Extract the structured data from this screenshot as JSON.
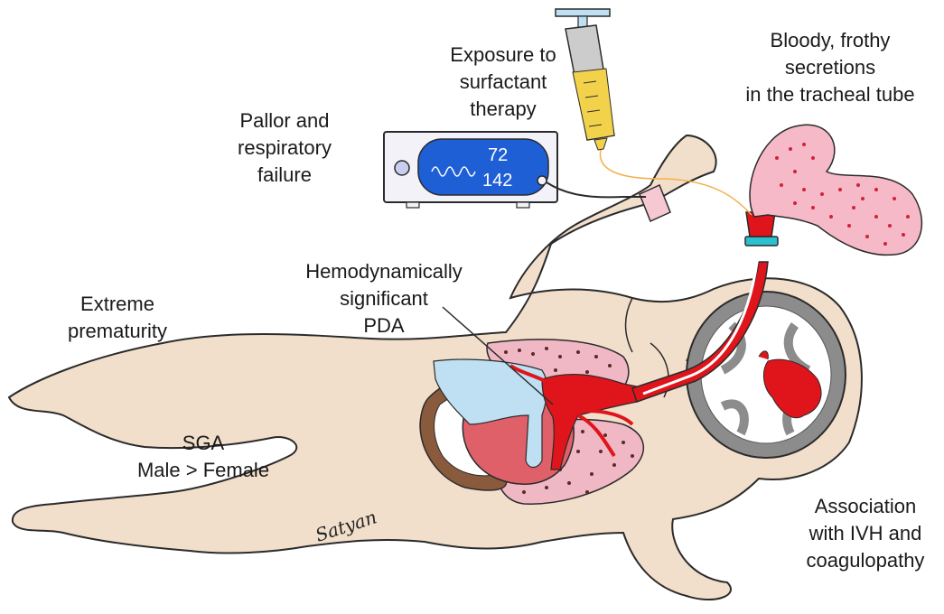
{
  "labels": {
    "exposure": [
      "Exposure to",
      "surfactant",
      "therapy"
    ],
    "bloody": [
      "Bloody, frothy",
      "secretions",
      "in the tracheal tube"
    ],
    "pallor": [
      "Pallor and",
      "respiratory",
      "failure"
    ],
    "pda": [
      "Hemodynamically",
      "significant",
      "PDA"
    ],
    "prematurity": [
      "Extreme",
      "prematurity"
    ],
    "sga": [
      "SGA",
      "Male > Female"
    ],
    "association": [
      "Association",
      "with IVH and",
      "coagulopathy"
    ]
  },
  "monitor": {
    "heart_rate": "72",
    "value_2": "142"
  },
  "signature": "Satyan",
  "colors": {
    "skin": "#f2dfcb",
    "outline": "#2b2b2b",
    "monitor_screen": "#1f5fd6",
    "syringe_fluid": "#f3d24b",
    "blood": "#e0141b",
    "lung": "#f0b8c4",
    "secretion": "#f6b9c7",
    "vessel_blue": "#bfe0f2",
    "liver": "#8a5a3c",
    "brain_gray": "#8c8c8c",
    "tube_connector": "#2bbfd0",
    "wristband": "#f6c8d2"
  }
}
